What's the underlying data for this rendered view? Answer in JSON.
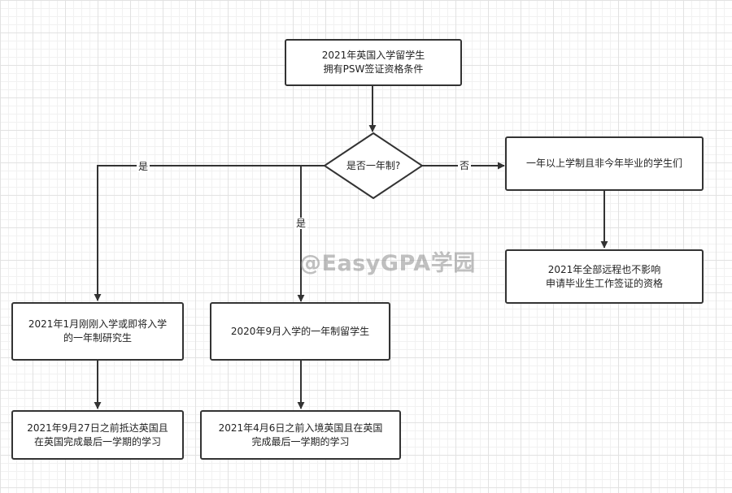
{
  "colors": {
    "line": "#333333",
    "box_fill": "#ffffff",
    "grid": "#e2e2e2",
    "watermark": "#8c8c8c"
  },
  "nodes": {
    "start": {
      "line1": "2021年英国入学留学生",
      "line2": "拥有PSW签证资格条件"
    },
    "decision": {
      "text": "是否一年制?"
    },
    "over_one_year": {
      "line1": "一年以上学制且非今年毕业的学生们"
    },
    "remote_ok": {
      "line1": "2021年全部远程也不影响",
      "line2": "申请毕业生工作签证的资格"
    },
    "jan_2021": {
      "line1": "2021年1月刚刚入学或即将入学",
      "line2": "的一年制研究生"
    },
    "sep_2020": {
      "line1": "2020年9月入学的一年制留学生"
    },
    "jan_condition": {
      "line1": "2021年9月27日之前抵达英国且",
      "line2": "在英国完成最后一学期的学习"
    },
    "sep_condition": {
      "line1": "2021年4月6日之前入境英国且在英国",
      "line2": "完成最后一学期的学习"
    }
  },
  "edge_labels": {
    "yes_left": "是",
    "yes_middle": "是",
    "no_right": "否"
  },
  "watermark": "@EasyGPA学园"
}
